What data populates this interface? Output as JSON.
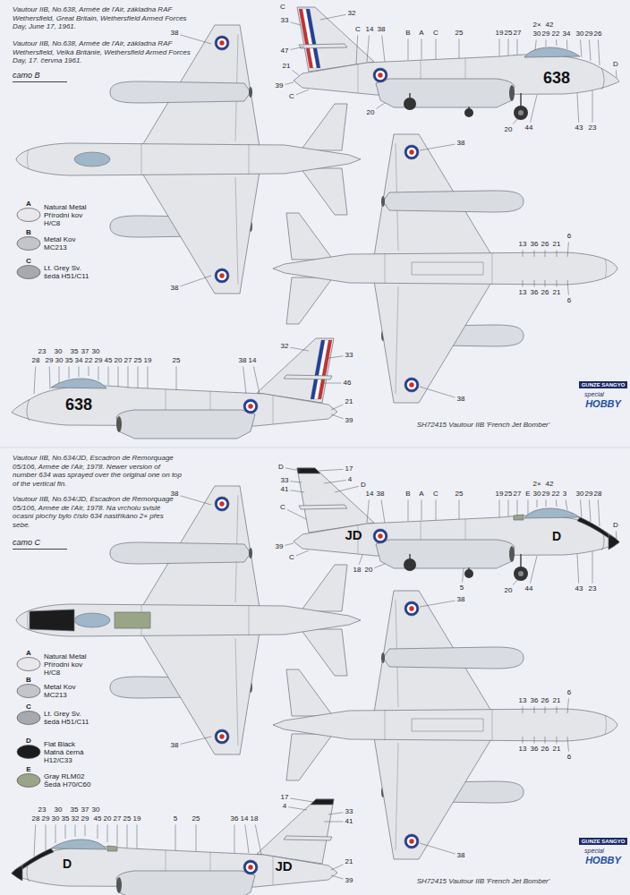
{
  "diagram": {
    "labels": [
      "Vautour IIB, No.638, Armée de l'Air, základna RAF Wethersfield, Great Britain, Wethersfield Armed Forces Day, June 17, 1961.",
      "Vautour IIB, No.638, Armée de l'Air, základna RAF Wethersfield, Velká Británie, Wethersfield Armed Forces Day, 17. června 1961.",
      "camo B",
      "C",
      "32",
      "33",
      "47",
      "21",
      "39",
      "C",
      "C",
      "14",
      "38",
      "B",
      "A",
      "C",
      "25",
      "19",
      "25",
      "27",
      "2×",
      "42",
      "30",
      "29",
      "22",
      "34",
      "30",
      "29",
      "26",
      "D",
      "20",
      "20",
      "44",
      "43",
      "23",
      "638",
      "38",
      "38",
      "38",
      "6",
      "13",
      "36",
      "26",
      "21",
      "13",
      "36",
      "26",
      "21",
      "6",
      "38",
      "23",
      "30",
      "35",
      "37",
      "30",
      "28",
      "29",
      "30",
      "35",
      "34",
      "22",
      "29",
      "45",
      "20",
      "27",
      "25",
      "19",
      "25",
      "38",
      "14",
      "32",
      "33",
      "46",
      "21",
      "39",
      "638",
      "GUNZE SANGYO",
      "special",
      "HOBBY",
      "SH72415 Vautour IIB 'French Jet Bomber'",
      "A",
      "B",
      "C",
      "Vautour IIB, No.634/JD, Escadron de Remorquage 05/106, Armée de l'Air, 1978. Newer version of number 634 was sprayed over the original one on top of the vertical fin.",
      "Vautour IIB, No.634/JD, Escadron de Remorquage 05/106, Armée de l'Air, 1978. Na vrcholu svislé ocasní plochy bylo číslo 634 nastříkáno 2× přes sebe.",
      "camo C",
      "D",
      "17",
      "33",
      "41",
      "4",
      "D",
      "14",
      "38",
      "C",
      "39",
      "C",
      "18",
      "20",
      "B",
      "A",
      "C",
      "25",
      "19",
      "25",
      "27",
      "2×",
      "42",
      "E",
      "30",
      "29",
      "22",
      "3",
      "30",
      "29",
      "28",
      "D",
      "JD",
      "D",
      "5",
      "20",
      "44",
      "43",
      "23",
      "38",
      "38",
      "38",
      "6",
      "13",
      "36",
      "26",
      "21",
      "13",
      "36",
      "26",
      "21",
      "6",
      "38",
      "23",
      "30",
      "35",
      "37",
      "30",
      "28",
      "29",
      "30",
      "35",
      "32",
      "29",
      "45",
      "20",
      "27",
      "25",
      "19",
      "5",
      "25",
      "36",
      "14",
      "18",
      "17",
      "4",
      "33",
      "41",
      "21",
      "39",
      "D",
      "JD",
      "GUNZE SANGYO",
      "special",
      "HOBBY",
      "SH72415 Vautour IIB 'French Jet Bomber'",
      "A",
      "B",
      "C",
      "D",
      "E"
    ],
    "legend": [
      {
        "text": "Natural Metal Přírodní kov H/C8",
        "color": "#e8e8ea"
      },
      {
        "text": "Metal Kov MC213",
        "color": "#c4c5c8"
      },
      {
        "text": "Lt. Grey Sv. šedá H51/C11",
        "color": "#a6a9ae"
      },
      {
        "text": "Natural Metal Přírodní kov H/C8",
        "color": "#e8e8ea"
      },
      {
        "text": "Metal Kov MC213",
        "color": "#c4c5c8"
      },
      {
        "text": "Lt. Grey Sv. šedá H51/C11",
        "color": "#a6a9ae"
      },
      {
        "text": "Flat Black Matná černá H12/C33",
        "color": "#1c1c1c"
      },
      {
        "text": "Gray RLM02 Šedá H70/C60",
        "color": "#9aa487"
      }
    ]
  }
}
